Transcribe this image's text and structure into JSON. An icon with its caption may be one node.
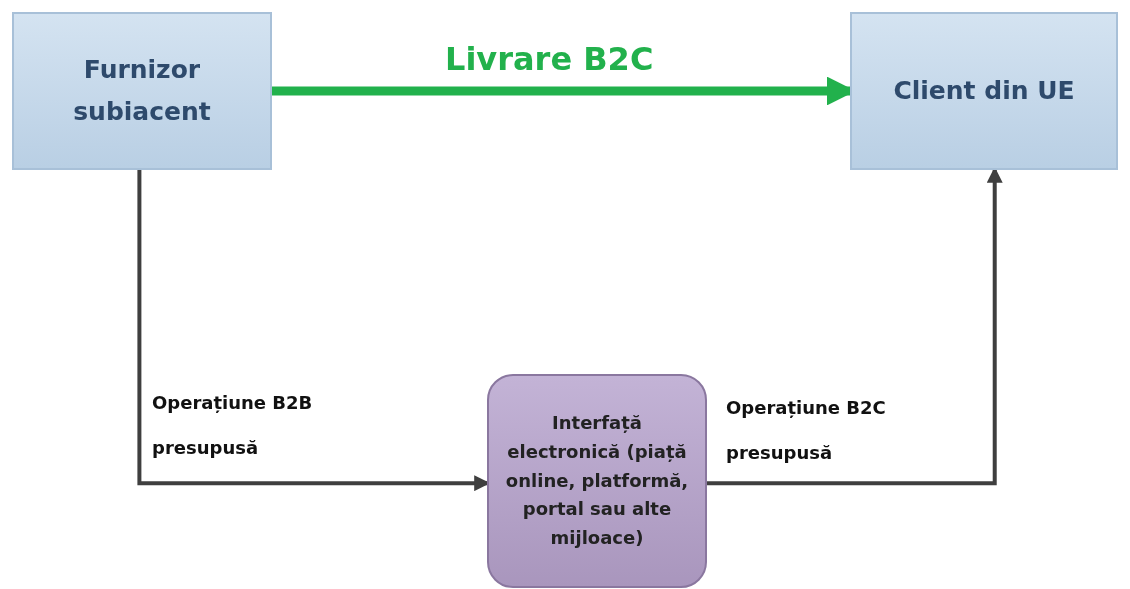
{
  "diagram": {
    "nodes": [
      {
        "text": [
          "Furnizor subiacent"
        ]
      },
      {
        "text": [
          "Client din UE"
        ]
      },
      {
        "text": [
          "Interfață electronică (piață online, platformă, portal sau alte mijloace)"
        ]
      }
    ],
    "edges": [
      {
        "from": 0,
        "to": 1,
        "arrow": "to",
        "label": "Livrare B2C",
        "style": "thick",
        "color": "#22b14c"
      },
      {
        "from": 0,
        "to": 2,
        "arrow": "to",
        "label": "Operațiune B2B presupusă"
      },
      {
        "from": 2,
        "to": 1,
        "arrow": "to",
        "label": "Operațiune B2C presupusă"
      }
    ]
  }
}
